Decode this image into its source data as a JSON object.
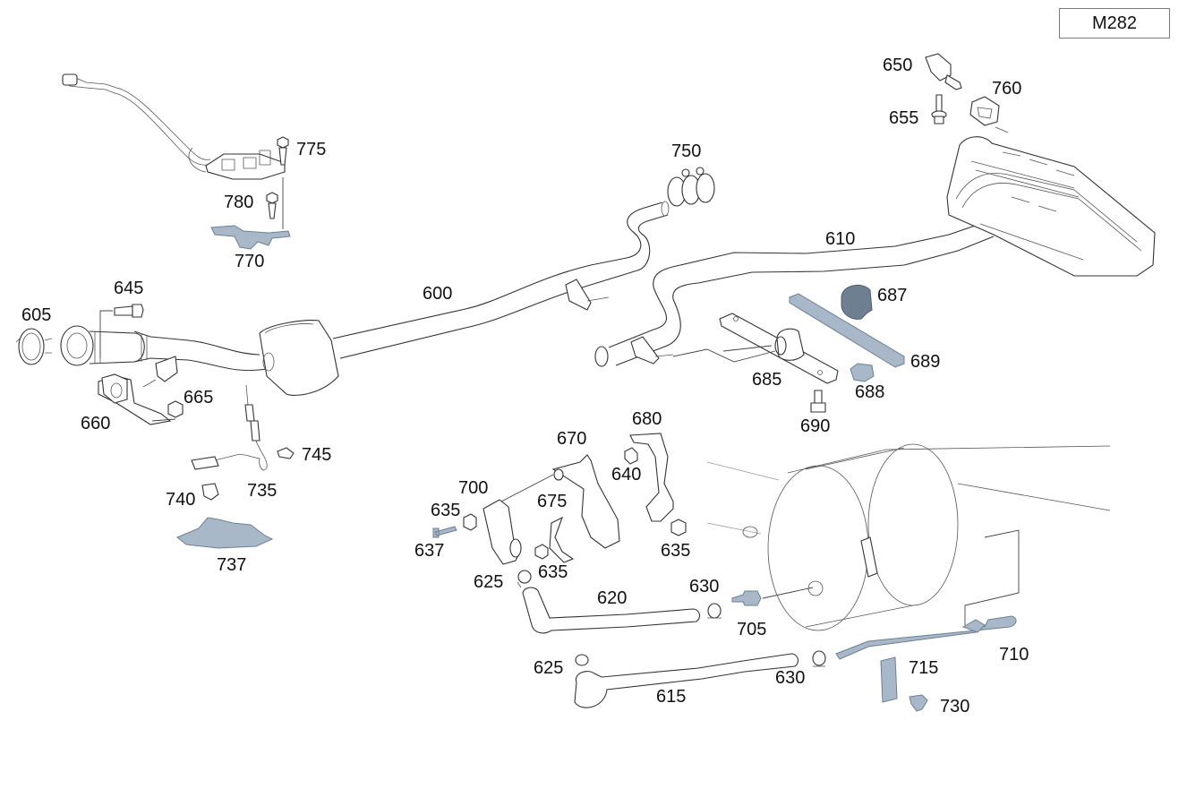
{
  "diagram": {
    "title": "Exhaust system exploded parts diagram",
    "group_code": "M282"
  },
  "colors": {
    "line": "#333333",
    "highlight_part": "#a9b8c8",
    "dark_part": "#6e7f91",
    "background": "#ffffff"
  },
  "labels": {
    "p600": "600",
    "p605": "605",
    "p610": "610",
    "p615": "615",
    "p620": "620",
    "p625a": "625",
    "p625b": "625",
    "p630a": "630",
    "p630b": "630",
    "p635a": "635",
    "p635b": "635",
    "p635c": "635",
    "p637": "637",
    "p640": "640",
    "p645": "645",
    "p650": "650",
    "p655": "655",
    "p660": "660",
    "p665": "665",
    "p670": "670",
    "p675": "675",
    "p680": "680",
    "p685": "685",
    "p687": "687",
    "p688": "688",
    "p689": "689",
    "p690": "690",
    "p700": "700",
    "p705": "705",
    "p710": "710",
    "p715": "715",
    "p730": "730",
    "p735": "735",
    "p737": "737",
    "p740": "740",
    "p745": "745",
    "p750": "750",
    "p760": "760",
    "p770": "770",
    "p775": "775",
    "p780": "780"
  }
}
